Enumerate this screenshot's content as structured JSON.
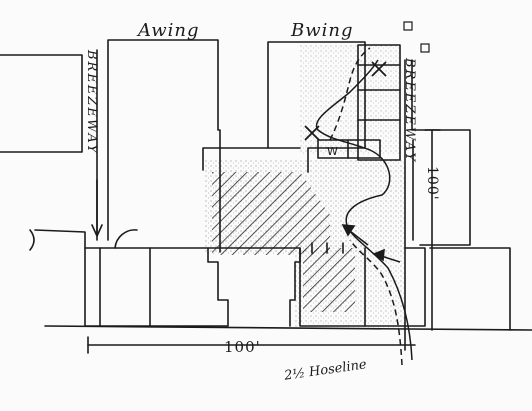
{
  "labels": {
    "a_wing": "Awing",
    "b_wing": "Bwing",
    "breezeway_left": "BREEZEWAY",
    "breezeway_right": "BREEZEWAY",
    "stairwell_mark": "W",
    "dimension_bottom": "100'",
    "dimension_right": "100'",
    "hoseline": "2½ Hoseline"
  },
  "colors": {
    "ink": "#1b1b1b",
    "paper": "#fbfbfb",
    "shading": "#9a9a9a"
  }
}
